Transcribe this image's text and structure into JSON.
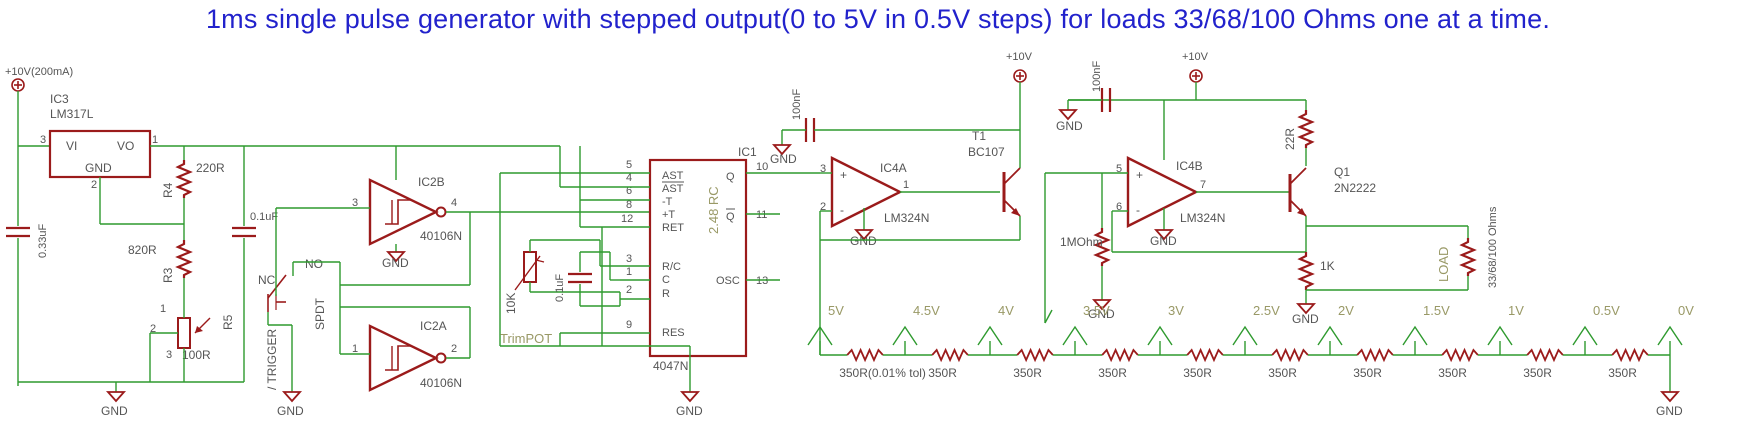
{
  "title": "1ms single pulse generator with stepped output(0 to 5V in 0.5V steps) for loads 33/68/100 Ohms one at a time.",
  "supply_main": "+10V(200mA)",
  "supply": "+10V",
  "gnd": "GND",
  "ic3": {
    "ref": "IC3",
    "part": "LM317L",
    "vi": "VI",
    "vo": "VO",
    "gnd": "GND",
    "pin_in": "3",
    "pin_out": "1",
    "pin_adj": "2"
  },
  "caps": {
    "c033": "0.33uF",
    "c01a": "0.1uF",
    "c01b": "0.1uF",
    "c100a": "100nF",
    "c100b": "100nF"
  },
  "resistors": {
    "r4": "R4",
    "r4v": "220R",
    "r3": "R3",
    "r3v": "820R",
    "r5": "R5",
    "r5v": "100R",
    "trim_v": "10K",
    "trim": "TrimPOT",
    "r1m": "1MOhm",
    "r22": "22R",
    "r1k": "1K",
    "load": "LOAD",
    "load_v": "33/68/100 Ohms"
  },
  "switch": {
    "nc": "NC",
    "no": "NO",
    "spdt": "SPDT",
    "trigger": "/ TRIGGER"
  },
  "ic2b": {
    "ref": "IC2B",
    "part": "40106N",
    "pin_in": "3",
    "pin_out": "4"
  },
  "ic2a": {
    "ref": "IC2A",
    "part": "40106N",
    "pin_in": "1",
    "pin_out": "2"
  },
  "ic1": {
    "ref": "IC1",
    "part": "4047N",
    "rc": "2.48 RC",
    "p_ast": "AST",
    "p_astn": "AST",
    "p_mt": "-T",
    "p_pt": "+T",
    "p_ret": "RET",
    "p_rc": "R/C",
    "p_c": "C",
    "p_r": "R",
    "p_res": "RES",
    "p_q": "Q",
    "p_qn": "Q",
    "p_osc": "OSC",
    "n5": "5",
    "n4": "4",
    "n6": "6",
    "n8": "8",
    "n12": "12",
    "n3": "3",
    "n1": "1",
    "n2": "2",
    "n9": "9",
    "n10": "10",
    "n11": "11",
    "n13": "13"
  },
  "ic4a": {
    "ref": "IC4A",
    "part": "LM324N",
    "p3": "3",
    "p2": "2",
    "p1": "1",
    "plus": "+",
    "minus": "-"
  },
  "ic4b": {
    "ref": "IC4B",
    "part": "LM324N",
    "p5": "5",
    "p6": "6",
    "p7": "7",
    "plus": "+",
    "minus": "-"
  },
  "t1": {
    "ref": "T1",
    "part": "BC107"
  },
  "q1": {
    "ref": "Q1",
    "part": "2N2222"
  },
  "ladder": {
    "taps": [
      "5V",
      "4.5V",
      "4V",
      "3.5V",
      "3V",
      "2.5V",
      "2V",
      "1.5V",
      "1V",
      "0.5V",
      "0V"
    ],
    "first_res": "350R(0.01% tol)",
    "res": "350R"
  }
}
